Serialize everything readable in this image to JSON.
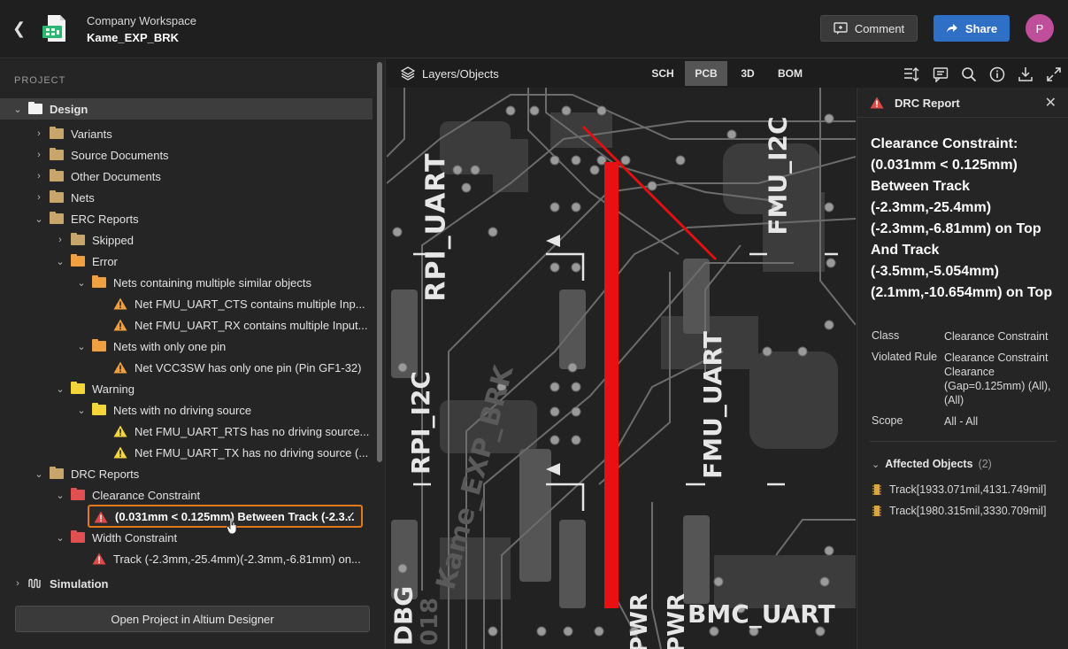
{
  "header": {
    "workspace": "Company Workspace",
    "project": "Kame_EXP_BRK",
    "comment_label": "Comment",
    "share_label": "Share",
    "avatar_initial": "P"
  },
  "sidebar": {
    "section_label": "PROJECT",
    "tree": {
      "design": "Design",
      "variants": "Variants",
      "source_documents": "Source Documents",
      "other_documents": "Other Documents",
      "nets": "Nets",
      "erc_reports": "ERC Reports",
      "skipped": "Skipped",
      "error": "Error",
      "nets_multiple": "Nets containing multiple similar objects",
      "err1": "Net FMU_UART_CTS contains multiple Inp...",
      "err2": "Net FMU_UART_RX contains multiple Input...",
      "nets_one_pin": "Nets with only one pin",
      "err3": "Net VCC3SW has only one pin (Pin GF1-32)",
      "warning": "Warning",
      "nets_no_driving": "Nets with no driving source",
      "warn1": "Net FMU_UART_RTS has no driving source...",
      "warn2": "Net FMU_UART_TX has no driving source (...",
      "drc_reports": "DRC Reports",
      "clearance_constraint": "Clearance Constraint",
      "selected_item": "(0.031mm < 0.125mm) Between Track (-2.3...",
      "width_constraint": "Width Constraint",
      "width_item": "Track (-2.3mm,-25.4mm)(-2.3mm,-6.81mm) on...",
      "simulation": "Simulation"
    },
    "open_button": "Open Project in Altium Designer"
  },
  "toolbar": {
    "layers_label": "Layers/Objects",
    "tabs": [
      "SCH",
      "PCB",
      "3D",
      "BOM"
    ],
    "active_tab": "PCB"
  },
  "pcb_labels": {
    "rpi_uart": "RPI_UART",
    "fmu_i2c": "FMU_I2C",
    "fmu_uart": "FMU_UART",
    "rpi_i2c": "RPI_I2C",
    "bmc_uart": "BMC_UART",
    "dbg": "DBG",
    "pwr1": "PWR",
    "pwr2": "PWR",
    "silk1": "Kame_EXP_BRK",
    "silk2": "018"
  },
  "drc": {
    "header": "DRC Report",
    "title": "Clearance Constraint: (0.031mm < 0.125mm) Between Track (-2.3mm,-25.4mm) (-2.3mm,-6.81mm) on Top And Track (-3.5mm,-5.054mm) (2.1mm,-10.654mm) on Top",
    "class_key": "Class",
    "class_val": "Clearance Constraint",
    "rule_key": "Violated Rule",
    "rule_val": "Clearance Constraint Clearance (Gap=0.125mm) (All),(All)",
    "scope_key": "Scope",
    "scope_val": "All - All",
    "affected_label": "Affected Objects",
    "affected_count": "(2)",
    "affected": [
      "Track[1933.071mil,4131.749mil]",
      "Track[1980.315mil,3330.709mil]"
    ]
  }
}
